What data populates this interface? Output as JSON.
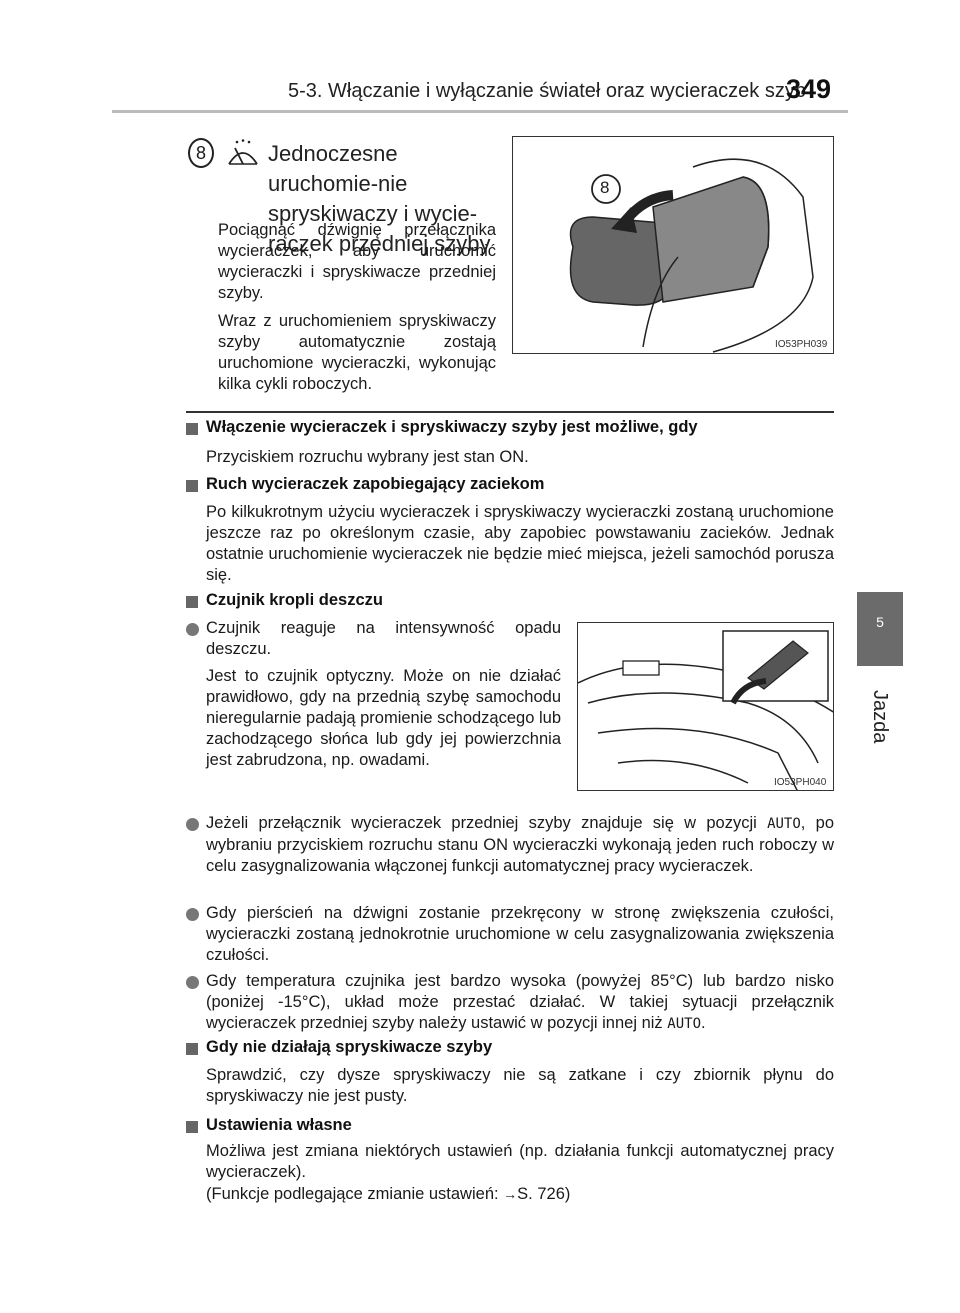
{
  "header": {
    "section_title": "5-3. Włączanie i wyłączanie świateł oraz wycieraczek szyb",
    "page_number": "349"
  },
  "side_tab": {
    "number": "5",
    "label": "Jazda"
  },
  "item8": {
    "number": "8",
    "icon": "windshield-washer-icon",
    "title": "Jednoczesne uruchomie-nie spryskiwaczy i wycie-raczek przedniej szyby",
    "paragraph1": "Pociągnąć dźwignię przełącznika wycieraczek, aby uruchomić wycieraczki i spryskiwacze przedniej szyby.",
    "paragraph2": "Wraz z uruchomieniem spryskiwaczy szyby automatycznie zostają uruchomione wycieraczki, wykonując kilka cykli roboczych.",
    "figure_code": "IO53PH039",
    "figure_callout": "8"
  },
  "sections": [
    {
      "heading": "Włączenie wycieraczek i spryskiwaczy szyby jest możliwe, gdy",
      "text": "Przyciskiem rozruchu wybrany jest stan ON."
    },
    {
      "heading": "Ruch wycieraczek zapobiegający zaciekom",
      "text": "Po kilkukrotnym użyciu wycieraczek i spryskiwaczy wycieraczki zostaną uruchomione jeszcze raz po określonym czasie, aby zapobiec powstawaniu zacieków. Jednak ostatnie uruchomienie wycieraczek nie będzie mieć miejsca, jeżeli samochód porusza się."
    },
    {
      "heading": "Czujnik kropli deszczu"
    },
    {
      "heading": "Gdy nie działają spryskiwacze szyby",
      "text": "Sprawdzić, czy dysze spryskiwaczy nie są zatkane i czy zbiornik płynu do spryskiwaczy nie jest pusty."
    },
    {
      "heading": "Ustawienia własne",
      "text": "Możliwa jest zmiana niektórych ustawień (np. działania funkcji automatycznej pracy wycieraczek).",
      "ref_prefix": "(Funkcje podlegające zmianie ustawień: ",
      "ref_arrow": "→",
      "ref_page": "S. 726)"
    }
  ],
  "rain_sensor": {
    "b1_line1": "Czujnik reaguje na intensywność opadu deszczu.",
    "b1_line2": "Jest to czujnik optyczny. Może on nie działać prawidłowo, gdy na przednią szybę samochodu nieregularnie padają promienie schodzącego lub zachodzącego słońca lub gdy jej powierzchnia jest zabrudzona, np. owadami.",
    "figure_code": "IO53PH040",
    "b2_pre": "Jeżeli przełącznik wycieraczek przedniej szyby znajduje się w pozycji ",
    "b2_auto": "AUTO",
    "b2_post": ", po wybraniu przyciskiem rozruchu stanu ON wycieraczki wykonają jeden ruch roboczy w celu zasygnalizowania włączonej funkcji automatycznej pracy wycieraczek.",
    "b3": "Gdy pierścień na dźwigni zostanie przekręcony w stronę zwiększenia czułości, wycieraczki zostaną jednokrotnie uruchomione w celu zasygnalizowania zwiększenia czułości.",
    "b4_pre": "Gdy temperatura czujnika jest bardzo wysoka (powyżej 85°C) lub bardzo nisko (poniżej -15°C), układ może przestać działać. W takiej sytuacji przełącznik wycieraczek przedniej szyby należy ustawić w pozycji innej niż ",
    "b4_auto": "AUTO",
    "b4_post": "."
  }
}
